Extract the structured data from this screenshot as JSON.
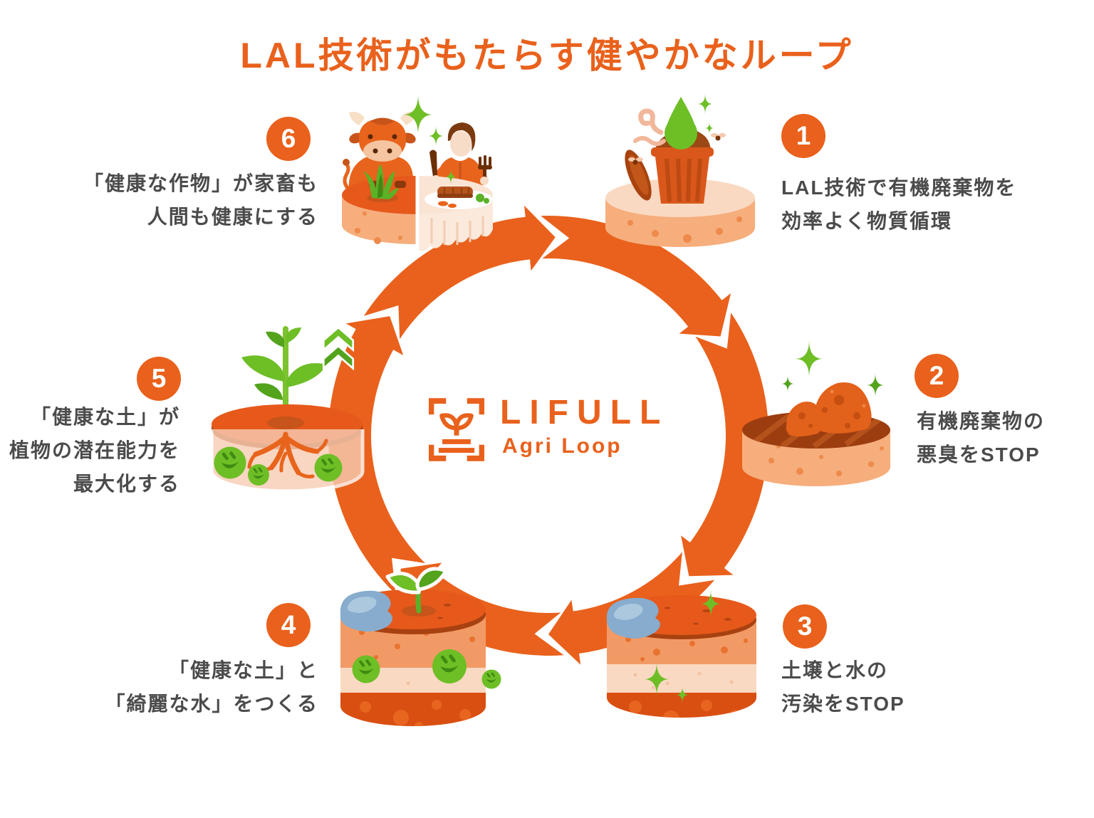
{
  "title": "LAL技術がもたらす健やかなループ",
  "center": {
    "brand": "LIFULL",
    "sub": "Agri Loop"
  },
  "steps": [
    {
      "number": "1",
      "lines": [
        "LAL技術で有機廃棄物を",
        "効率よく物質循環"
      ]
    },
    {
      "number": "2",
      "lines": [
        "有機廃棄物の",
        "悪臭をSTOP"
      ]
    },
    {
      "number": "3",
      "lines": [
        "土壌と水の",
        "汚染をSTOP"
      ]
    },
    {
      "number": "4",
      "lines": [
        "「健康な土」と",
        "「綺麗な水」をつくる"
      ]
    },
    {
      "number": "5",
      "lines": [
        "「健康な土」が",
        "植物の潜在能力を",
        "最大化する"
      ]
    },
    {
      "number": "6",
      "lines": [
        "「健康な作物」が家畜も",
        "人間も健康にする"
      ]
    }
  ],
  "colors": {
    "orange": "#E9611C",
    "green": "#6EBE26",
    "greendark": "#53A31D",
    "text": "#4B4B4B",
    "peach": "#F6AE7D",
    "pale": "#FAD9C2",
    "soil": "#E6591B",
    "rim": "#A84110",
    "compost": "#9C4814",
    "blue": "#87ACCD"
  }
}
